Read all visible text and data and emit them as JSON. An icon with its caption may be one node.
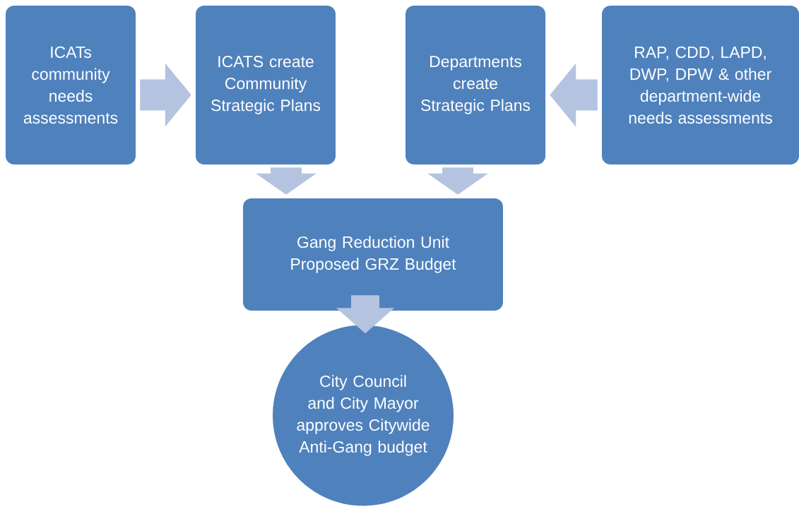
{
  "diagram": {
    "nodes": [
      {
        "text": [
          "ICATs community needs assessments"
        ]
      },
      {
        "text": [
          "ICATS create Community Strategic Plans"
        ]
      },
      {
        "text": [
          "Departments create Strategic Plans"
        ]
      },
      {
        "text": [
          "RAP, CDD, LAPD, DWP, DPW & other department-wide needs assessments"
        ]
      },
      {
        "text": [
          "Gang Reduction Unit Proposed GRZ Budget"
        ]
      },
      {
        "text": [
          "City Council and City Mayor approves Citywide Anti-Gang budget"
        ]
      }
    ],
    "edges": [
      {
        "from": 0,
        "to": 1,
        "arrow": "to"
      },
      {
        "from": 3,
        "to": 2,
        "arrow": "to"
      },
      {
        "from": 1,
        "to": 4,
        "arrow": "to"
      },
      {
        "from": 2,
        "to": 4,
        "arrow": "to"
      },
      {
        "from": 4,
        "to": 5,
        "arrow": "to"
      }
    ]
  }
}
